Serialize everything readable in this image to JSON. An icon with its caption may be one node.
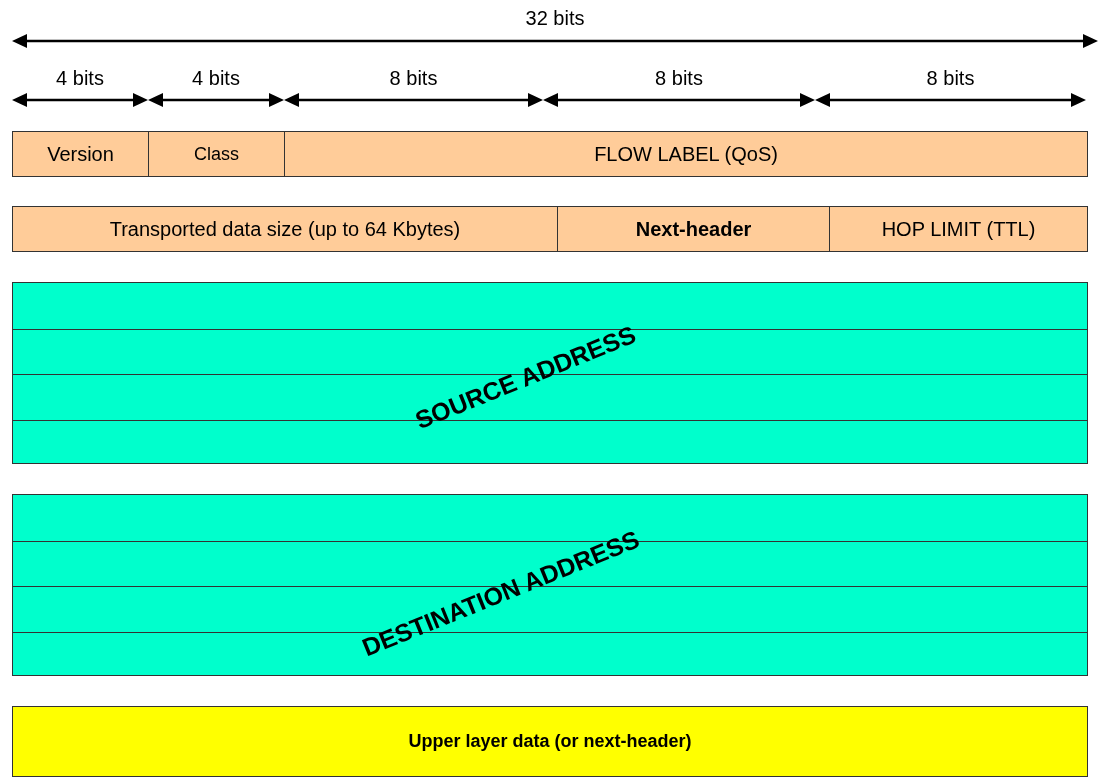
{
  "diagram": {
    "nodes": [
      {
        "text": [
          "Version"
        ]
      },
      {
        "text": [
          "Class"
        ]
      },
      {
        "text": [
          "FLOW LABEL (QoS)"
        ]
      },
      {
        "text": [
          "Transported data size (up to 64 Kbytes)"
        ]
      },
      {
        "text": [
          "Next-header"
        ]
      },
      {
        "text": [
          "HOP LIMIT (TTL)"
        ]
      },
      {
        "text": [
          "SOURCE ADDRESS"
        ]
      },
      {
        "text": [
          "DESTINATION ADDRESS"
        ]
      },
      {
        "text": [
          "Upper layer data (or next-header)"
        ]
      }
    ],
    "labels": [
      "32 bits",
      "4 bits",
      "4 bits",
      "8 bits",
      "8 bits",
      "8 bits"
    ]
  }
}
